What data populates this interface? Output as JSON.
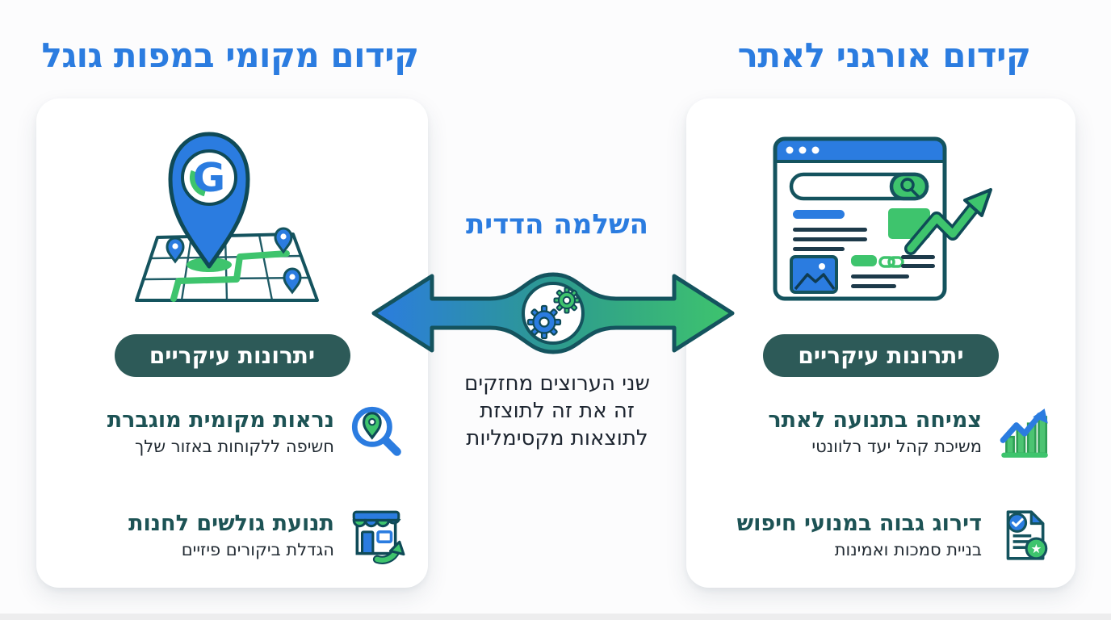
{
  "colors": {
    "accent_blue": "#2b7ce0",
    "accent_green": "#3ec46d",
    "outline_teal": "#14535e",
    "badge_background": "#2d5a58",
    "item_title_color": "#1d5355",
    "body_text_color": "#212b33",
    "page_background": "#fcfcfd"
  },
  "headers": {
    "left_title": "קידום מקומי במפות גוגל",
    "right_title": "קידום אורגני לאתר"
  },
  "center": {
    "title": "השלמה הדדית",
    "description_lines": [
      "שני הערוצים מחזקים",
      "זה את זה לתוצזת",
      "לתוצאות מקסימליות"
    ],
    "icons": [
      "double-headed-arrow-icon",
      "gears-icon"
    ]
  },
  "left_card": {
    "hero_icon": "google-map-pin-illustration",
    "badge_label": "יתרונות עיקריים",
    "items": [
      {
        "icon": "magnifier-location-icon",
        "title": "נראות מקומית מוגברת",
        "subtitle": "חשיפה ללקוחות באזור שלך"
      },
      {
        "icon": "storefront-arrow-icon",
        "title": "תנועת גולשים לחנות",
        "subtitle": "הגדלת ביקורים פיזיים"
      }
    ]
  },
  "right_card": {
    "hero_icon": "website-growth-illustration",
    "badge_label": "יתרונות עיקריים",
    "items": [
      {
        "icon": "growth-chart-icon",
        "title": "צמיחה בתנועה לאתר",
        "subtitle": "משיכת קהל יעד רלוונטי"
      },
      {
        "icon": "ranking-document-icon",
        "title": "דירוג גבוה במנועי חיפוש",
        "subtitle": "בניית סמכות ואמינות"
      }
    ]
  }
}
